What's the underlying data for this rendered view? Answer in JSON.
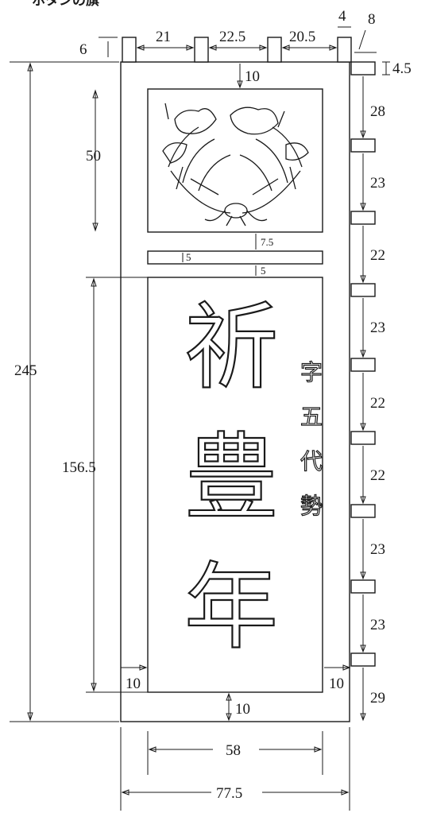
{
  "heading": "ホタンの旗",
  "dimensions": {
    "top_tab_height": "6",
    "tab_gap_1": "21",
    "tab_gap_2": "22.5",
    "tab_gap_3": "20.5",
    "tab_width": "4",
    "side_tab_width": "8",
    "side_tab_height": "4.5",
    "top_margin": "10",
    "picture_height": "50",
    "gap_above_strip": "7.5",
    "strip_height": "5",
    "gap_below_strip": "5",
    "text_panel_height": "156.5",
    "total_height": "245",
    "left_margin": "10",
    "right_margin": "10",
    "bottom_margin": "10",
    "inner_width": "58",
    "total_width": "77.5",
    "side_gaps": [
      "28",
      "23",
      "22",
      "23",
      "22",
      "22",
      "23",
      "23",
      "29"
    ]
  },
  "banner": {
    "main_text": [
      "祈",
      "豊",
      "年"
    ],
    "side_text": [
      "字",
      "五",
      "代",
      "勢"
    ]
  }
}
